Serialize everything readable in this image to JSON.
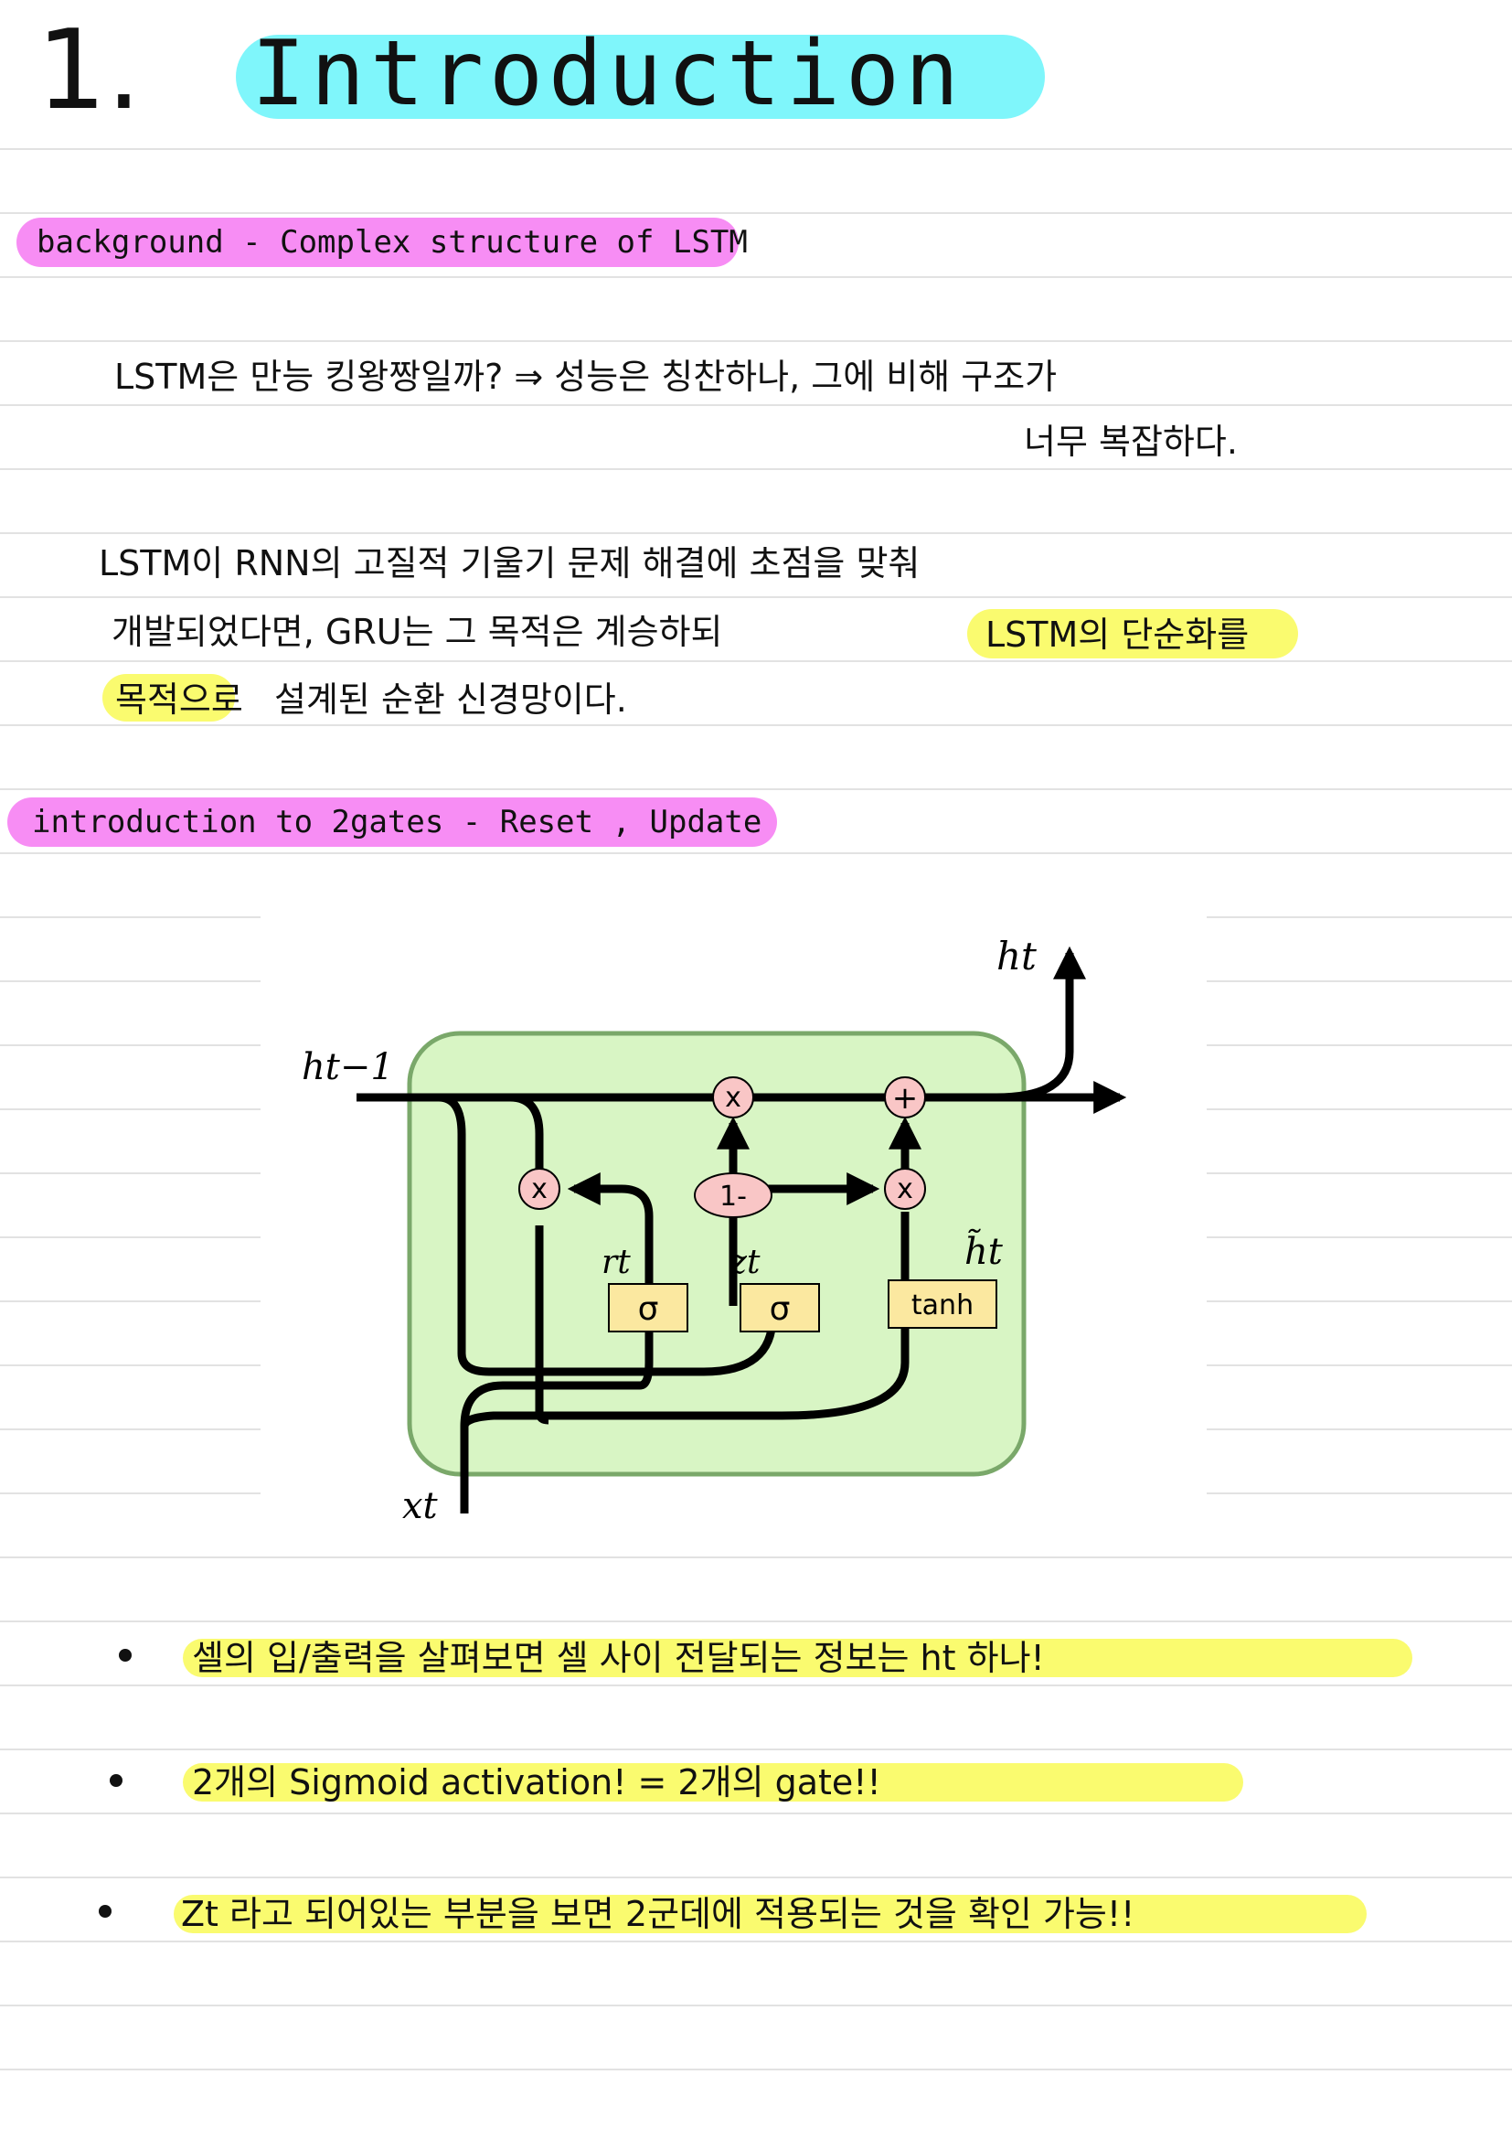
{
  "title": {
    "number": "1.",
    "text": "Introduction"
  },
  "sections": [
    {
      "label": "background - Complex structure of LSTM"
    },
    {
      "label": "introduction to 2gates - Reset , Update"
    }
  ],
  "paragraph1": {
    "line1": "LSTM은 만능 킹왕짱일까? ⇒ 성능은 칭찬하나, 그에 비해 구조가",
    "line2": "너무 복잡하다."
  },
  "paragraph2": {
    "line1": "LSTM이 RNN의 고질적 기울기 문제 해결에 초점을 맞춰",
    "line2_a": "개발되었다면, GRU는 그 목적은 계승하되",
    "line2_hl": "LSTM의 단순화를",
    "line3_hl": "목적으로",
    "line3_b": "설계된 순환 신경망이다."
  },
  "diagram": {
    "h_prev": "ht−1",
    "h_out": "ht",
    "x_in": "xt",
    "r_label": "rt",
    "z_label": "zt",
    "h_tilde": "h̃t",
    "sigma": "σ",
    "tanh": "tanh",
    "one_minus": "1-",
    "mult": "x",
    "plus": "+"
  },
  "bullets": [
    {
      "text": "셀의 입/출력을 살펴보면 셀 사이 전달되는 정보는 ht 하나!"
    },
    {
      "text": "2개의 Sigmoid activation! = 2개의 gate!!"
    },
    {
      "text": "Zt 라고 되어있는 부분을 보면 2군데에 적용되는 것을 확인 가능!!"
    }
  ],
  "colors": {
    "title_highlight": "#7ff6fb",
    "section_pill": "#f78df4",
    "text_highlight": "#fafb6f",
    "cell_fill": "#d8f5c4",
    "cell_border": "#7aa86a",
    "gate_fill": "#fbe8a0",
    "op_fill": "#f9c6c6"
  }
}
